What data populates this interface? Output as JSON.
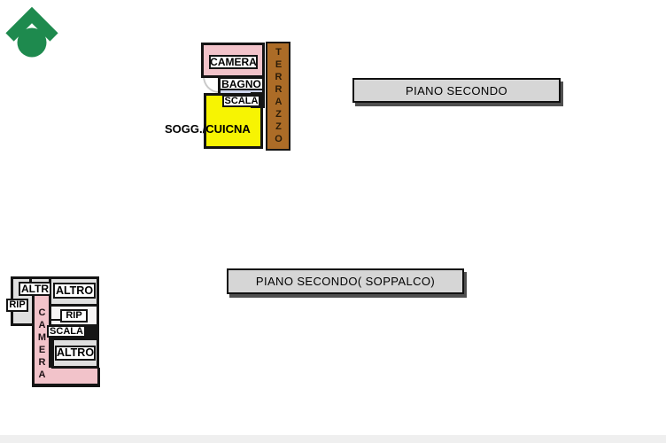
{
  "logo": {
    "icon": "house-roof-circle",
    "color": "#1e8a4e"
  },
  "upper_plan": {
    "caption": "PIANO SECONDO",
    "rooms": {
      "camera": "CAMERA",
      "bagno": "BAGNO",
      "scala": "SCALA",
      "soggiorno_cucina": "SOGG./CUICNA",
      "terrazzo": "TERRAZZO"
    },
    "colors": {
      "camera": "#f2c3ca",
      "bagno": "#cdd4ed",
      "soggiorno_cucina": "#f7f402",
      "terrazzo": "#ac6c27"
    }
  },
  "lower_plan": {
    "caption": "PIANO SECONDO( SOPPALCO)",
    "rooms": {
      "altr": "ALTR",
      "rip_left": "RIP",
      "altro_top": "ALTRO",
      "rip_right": "RIP",
      "scala": "SCALA",
      "camera": "CAMERA",
      "altro_bottom": "ALTRO"
    },
    "colors": {
      "room": "#dfdfdf",
      "corridor": "#f2c3ca"
    }
  },
  "wall_color": "#141414",
  "caption_box_color": "#d6d6d6"
}
